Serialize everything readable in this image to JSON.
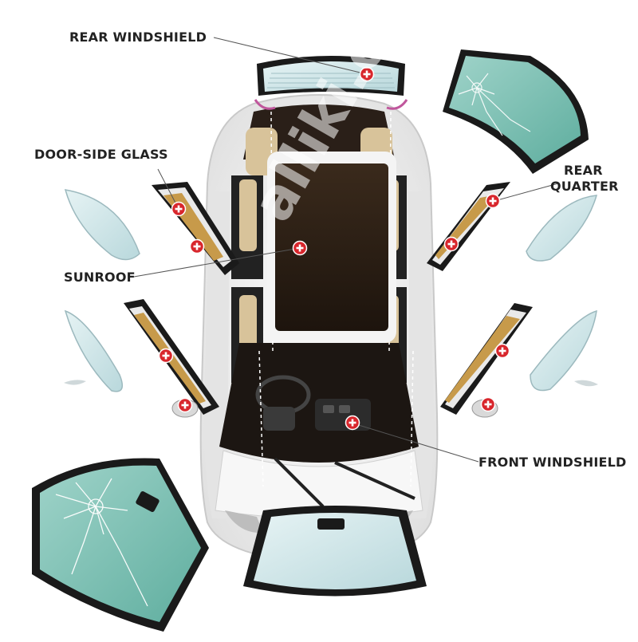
{
  "labels": {
    "rear_windshield": "REAR WINDSHIELD",
    "door_side_glass": "DOOR-SIDE GLASS",
    "sunroof": "SUNROOF",
    "rear_quarter_line1": "REAR",
    "rear_quarter_line2": "QUARTER",
    "front_windshield": "FRONT WINDSHIELD"
  },
  "watermark": "alliki.com",
  "colors": {
    "glass": "#cfe6ea",
    "glass_dark": "#7ec2b8",
    "frame": "#1a1a1a",
    "marker": "#d8262c",
    "car_body": "#f2f2f2",
    "interior": "#d8c39a",
    "roof_glass": "#2a1d14"
  },
  "icons": [
    "plus-marker-icon",
    "crack-icon"
  ]
}
